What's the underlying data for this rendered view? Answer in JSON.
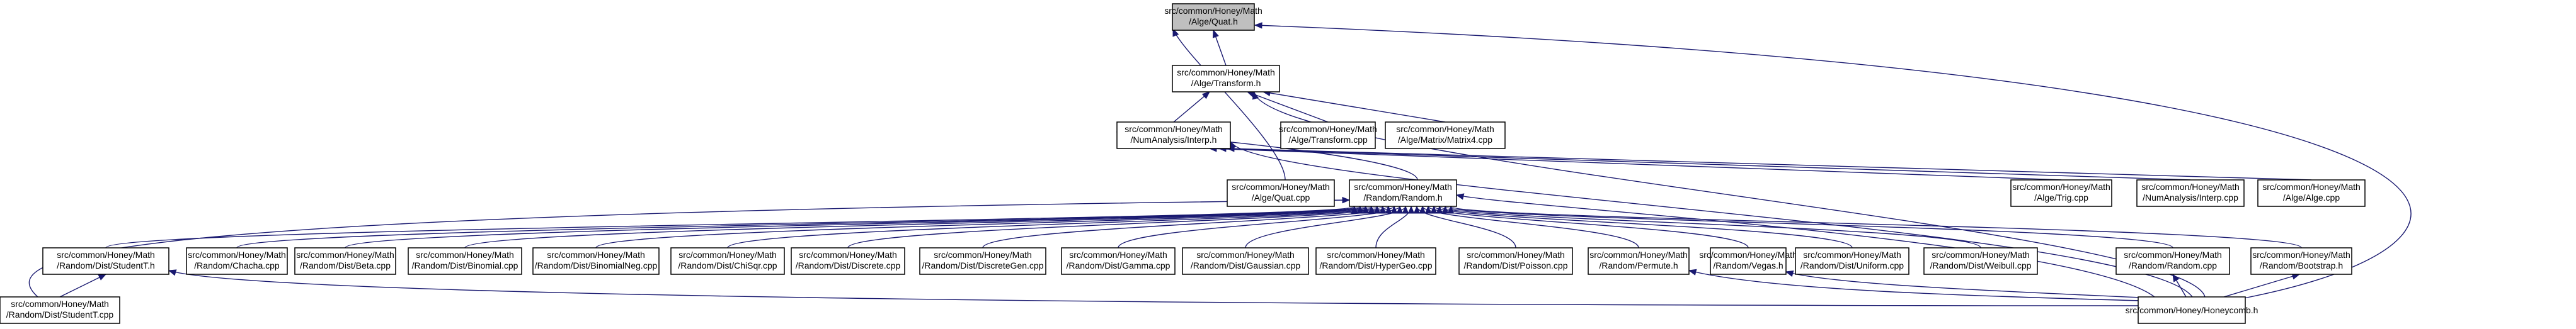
{
  "graph": {
    "nodes": {
      "quat_h": [
        "src/common/Honey/Math",
        "/Alge/Quat.h"
      ],
      "transform_h": [
        "src/common/Honey/Math",
        "/Alge/Transform.h"
      ],
      "interp_h": [
        "src/common/Honey/Math",
        "/NumAnalysis/Interp.h"
      ],
      "transform_cpp": [
        "src/common/Honey/Math",
        "/Alge/Transform.cpp"
      ],
      "matrix4_cpp": [
        "src/common/Honey/Math",
        "/Alge/Matrix/Matrix4.cpp"
      ],
      "quat_cpp": [
        "src/common/Honey/Math",
        "/Alge/Quat.cpp"
      ],
      "random_h": [
        "src/common/Honey/Math",
        "/Random/Random.h"
      ],
      "trig_cpp": [
        "src/common/Honey/Math",
        "/Alge/Trig.cpp"
      ],
      "interp_cpp": [
        "src/common/Honey/Math",
        "/NumAnalysis/Interp.cpp"
      ],
      "alge_cpp": [
        "src/common/Honey/Math",
        "/Alge/Alge.cpp"
      ],
      "studentt_h": [
        "src/common/Honey/Math",
        "/Random/Dist/StudentT.h"
      ],
      "chacha_cpp": [
        "src/common/Honey/Math",
        "/Random/Chacha.cpp"
      ],
      "beta_cpp": [
        "src/common/Honey/Math",
        "/Random/Dist/Beta.cpp"
      ],
      "binomial_cpp": [
        "src/common/Honey/Math",
        "/Random/Dist/Binomial.cpp"
      ],
      "binomialneg_cpp": [
        "src/common/Honey/Math",
        "/Random/Dist/BinomialNeg.cpp"
      ],
      "chisqr_cpp": [
        "src/common/Honey/Math",
        "/Random/Dist/ChiSqr.cpp"
      ],
      "discrete_cpp": [
        "src/common/Honey/Math",
        "/Random/Dist/Discrete.cpp"
      ],
      "discretegen_cpp": [
        "src/common/Honey/Math",
        "/Random/Dist/DiscreteGen.cpp"
      ],
      "gamma_cpp": [
        "src/common/Honey/Math",
        "/Random/Dist/Gamma.cpp"
      ],
      "gaussian_cpp": [
        "src/common/Honey/Math",
        "/Random/Dist/Gaussian.cpp"
      ],
      "hypergeo_cpp": [
        "src/common/Honey/Math",
        "/Random/Dist/HyperGeo.cpp"
      ],
      "poisson_cpp": [
        "src/common/Honey/Math",
        "/Random/Dist/Poisson.cpp"
      ],
      "permute_h": [
        "src/common/Honey/Math",
        "/Random/Permute.h"
      ],
      "vegas_h": [
        "src/common/Honey/Math",
        "/Random/Vegas.h"
      ],
      "uniform_cpp": [
        "src/common/Honey/Math",
        "/Random/Dist/Uniform.cpp"
      ],
      "weibull_cpp": [
        "src/common/Honey/Math",
        "/Random/Dist/Weibull.cpp"
      ],
      "random_cpp": [
        "src/common/Honey/Math",
        "/Random/Random.cpp"
      ],
      "bootstrap_h": [
        "src/common/Honey/Math",
        "/Random/Bootstrap.h"
      ],
      "studentt_cpp": [
        "src/common/Honey/Math",
        "/Random/Dist/StudentT.cpp"
      ],
      "honeycomb_h": [
        "src/common/Honey/Honeycomb.h"
      ]
    },
    "colors": {
      "edge": "#191970",
      "root_fill": "#bfbfbf",
      "node_fill": "#ffffff",
      "node_stroke": "#000000"
    }
  }
}
